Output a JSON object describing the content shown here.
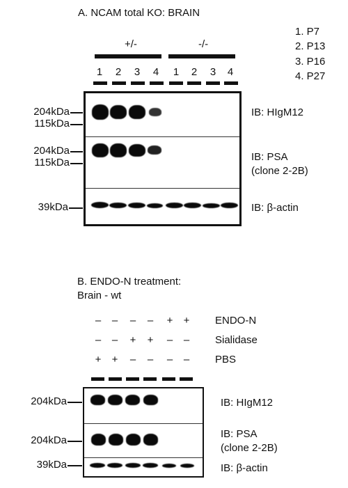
{
  "panelA": {
    "title": "A. NCAM total KO: BRAIN",
    "legend": [
      "1. P7",
      "2. P13",
      "3. P16",
      "4. P27"
    ],
    "groups": [
      "+/-",
      "-/-"
    ],
    "lanes": [
      "1",
      "2",
      "3",
      "4",
      "1",
      "2",
      "3",
      "4"
    ],
    "blot1": {
      "mw_top": "204kDa",
      "mw_bottom": "115kDa",
      "label": "IB: HIgM12"
    },
    "blot2": {
      "mw_top": "204kDa",
      "mw_bottom": "115kDa",
      "label_line1": "IB: PSA",
      "label_line2": "(clone 2-2B)"
    },
    "blot3": {
      "mw": "39kDa",
      "label": "IB: β-actin"
    }
  },
  "panelB": {
    "title_line1": "B. ENDO-N treatment:",
    "title_line2": "Brain - wt",
    "treatments": [
      {
        "name": "ENDO-N",
        "signs": [
          "–",
          "–",
          "–",
          "–",
          "+",
          "+"
        ]
      },
      {
        "name": "Sialidase",
        "signs": [
          "–",
          "–",
          "+",
          "+",
          "–",
          "–"
        ]
      },
      {
        "name": "PBS",
        "signs": [
          "+",
          "+",
          "–",
          "–",
          "–",
          "–"
        ]
      }
    ],
    "blot1": {
      "mw": "204kDa",
      "label": "IB: HIgM12"
    },
    "blot2": {
      "mw": "204kDa",
      "label_line1": "IB: PSA",
      "label_line2": "(clone 2-2B)"
    },
    "blot3": {
      "mw": "39kDa",
      "label": "IB: β-actin"
    }
  }
}
